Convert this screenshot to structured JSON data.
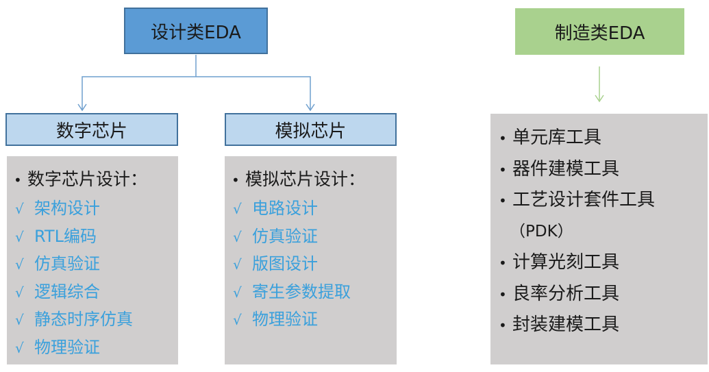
{
  "design_eda": {
    "label": "设计类EDA"
  },
  "manufacturing_eda": {
    "label": "制造类EDA",
    "items": [
      {
        "bullet": "•",
        "text": "单元库工具"
      },
      {
        "bullet": "•",
        "text": "器件建模工具"
      },
      {
        "bullet": "•",
        "text": "工艺设计套件工具"
      },
      {
        "bullet": "",
        "text": "（PDK）"
      },
      {
        "bullet": "•",
        "text": "计算光刻工具"
      },
      {
        "bullet": "•",
        "text": "良率分析工具"
      },
      {
        "bullet": "•",
        "text": "封装建模工具"
      }
    ]
  },
  "digital_chip": {
    "label": "数字芯片",
    "heading": "数字芯片设计：",
    "bullet": "•",
    "check": "√",
    "items": [
      "架构设计",
      "RTL编码",
      "仿真验证",
      "逻辑综合",
      "静态时序仿真",
      "物理验证"
    ]
  },
  "analog_chip": {
    "label": "模拟芯片",
    "heading": "模拟芯片设计：",
    "bullet": "•",
    "check": "√",
    "items": [
      "电路设计",
      "仿真验证",
      "版图设计",
      "寄生参数提取",
      "物理验证"
    ]
  },
  "colors": {
    "design_box": "#5b9bd5",
    "manufacturing_box": "#a9d18e",
    "sub_header": "#bdd7ee",
    "panel": "#d0cece",
    "check_text": "#3aa0dc",
    "connector_blue": "#6f9fce",
    "connector_green": "#a9d18e"
  }
}
